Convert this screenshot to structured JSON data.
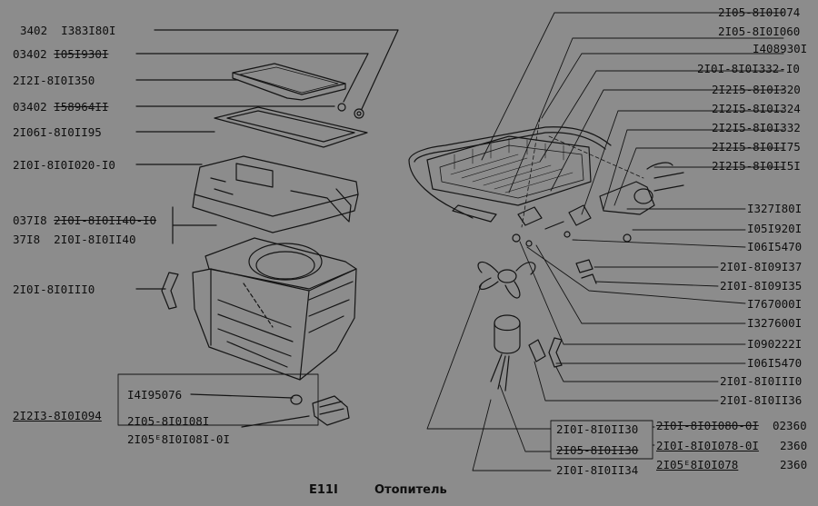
{
  "left_labels": [
    {
      "prefix": "3402",
      "part": "I383I80I",
      "style": "none"
    },
    {
      "prefix": "03402",
      "part": "I05I930I",
      "style": "strike"
    },
    {
      "prefix": "",
      "part": "2I2I-8I0I350",
      "style": "none"
    },
    {
      "prefix": "03402",
      "part": "I58964II",
      "style": "strike"
    },
    {
      "prefix": "",
      "part": "2I06I-8I0II95",
      "style": "none"
    },
    {
      "prefix": "",
      "part": "2I0I-8I0I020-I0",
      "style": "none"
    },
    {
      "prefix": "037I8",
      "part": "2I0I-8I0II40-I0",
      "style": "strike"
    },
    {
      "prefix": "37I8",
      "part": "2I0I-8I0II40",
      "style": "none"
    },
    {
      "prefix": "",
      "part": "2I0I-8I0III0",
      "style": "none"
    },
    {
      "prefix": "",
      "part": "I4I95076",
      "style": "none"
    },
    {
      "prefix": "",
      "part": "2I2I3-8I0I094",
      "style": "under"
    },
    {
      "prefix": "",
      "part": "2I05-8I0I08I",
      "style": "none"
    },
    {
      "prefix": "",
      "part": "2I05ᴱ8I0I08I-0I",
      "style": "none"
    }
  ],
  "right_labels": [
    "2I05-8I0I074",
    "2I05-8I0I060",
    "I408930I",
    "2I0I-8I0I332-I0",
    "2I2I5-8I0I320",
    "2I2I5-8I0I324",
    "2I2I5-8I0I332",
    "2I2I5-8I0II75",
    "2I2I5-8I0II5I",
    "I327I80I",
    "I05I920I",
    "I06I5470",
    "2I0I-8I09I37",
    "2I0I-8I09I35",
    "I767000I",
    "I327600I",
    "I090222I",
    "I06I5470",
    "2I0I-8I0III0",
    "2I0I-8I0II36"
  ],
  "bottom_group": [
    {
      "part": "2I0I-8I0II30",
      "style": "none"
    },
    {
      "part": "2I05-8I0II30",
      "style": "strike"
    },
    {
      "part": "2I0I-8I0II34",
      "style": "none"
    }
  ],
  "bottom_right": [
    {
      "part": "2I0I-8I0I080-0I",
      "qty": "02360",
      "style": "strike"
    },
    {
      "part": "2I0I-8I0I078-0I",
      "qty": "2360",
      "style": "under"
    },
    {
      "part": "2I05ᴱ8I0I078",
      "qty": "2360",
      "style": "under"
    }
  ],
  "footer": {
    "code": "E11I",
    "title": "Отопитель"
  }
}
